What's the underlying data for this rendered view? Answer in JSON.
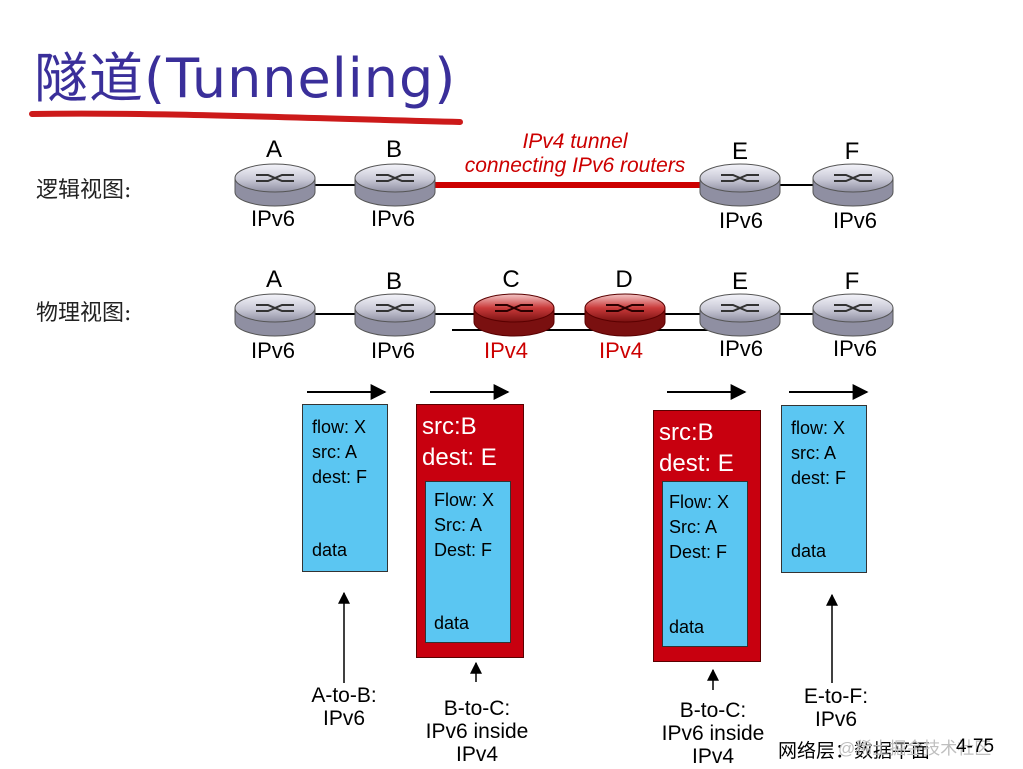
{
  "title": "隧道(Tunneling)",
  "colors": {
    "title": "#3a2f9a",
    "tunnel": "#cc0000",
    "packet_blue": "#5bc6f2",
    "packet_red": "#c8000f"
  },
  "logical_view": {
    "label": "逻辑视图:",
    "tunnel_label_line1": "IPv4 tunnel",
    "tunnel_label_line2": "connecting IPv6 routers",
    "routers": [
      {
        "name": "A",
        "proto": "IPv6"
      },
      {
        "name": "B",
        "proto": "IPv6"
      },
      {
        "name": "E",
        "proto": "IPv6"
      },
      {
        "name": "F",
        "proto": "IPv6"
      }
    ]
  },
  "physical_view": {
    "label": "物理视图:",
    "routers": [
      {
        "name": "A",
        "proto": "IPv6"
      },
      {
        "name": "B",
        "proto": "IPv6"
      },
      {
        "name": "C",
        "proto": "IPv4"
      },
      {
        "name": "D",
        "proto": "IPv4"
      },
      {
        "name": "E",
        "proto": "IPv6"
      },
      {
        "name": "F",
        "proto": "IPv6"
      }
    ]
  },
  "packets": {
    "p1": {
      "flow": "flow: X",
      "src": "src: A",
      "dest": "dest: F",
      "data": "data",
      "caption1": "A-to-B:",
      "caption2": "IPv6"
    },
    "p2": {
      "outer_src": "src:B",
      "outer_dest": "dest: E",
      "flow": "Flow: X",
      "src": "Src: A",
      "dest": "Dest: F",
      "data": "data",
      "caption1": "B-to-C:",
      "caption2": "IPv6 inside",
      "caption3": "IPv4"
    },
    "p3": {
      "outer_src": "src:B",
      "outer_dest": "dest: E",
      "flow": "Flow: X",
      "src": "Src: A",
      "dest": "Dest: F",
      "data": "data",
      "caption1": "B-to-C:",
      "caption2": "IPv6 inside",
      "caption3": "IPv4"
    },
    "p4": {
      "flow": "flow: X",
      "src": "src: A",
      "dest": "dest: F",
      "data": "data",
      "caption1": "E-to-F:",
      "caption2": "IPv6"
    }
  },
  "footer": {
    "text": "网络层：数据平面",
    "page": "4-75",
    "watermark": "@稀土掘金技术社区"
  }
}
